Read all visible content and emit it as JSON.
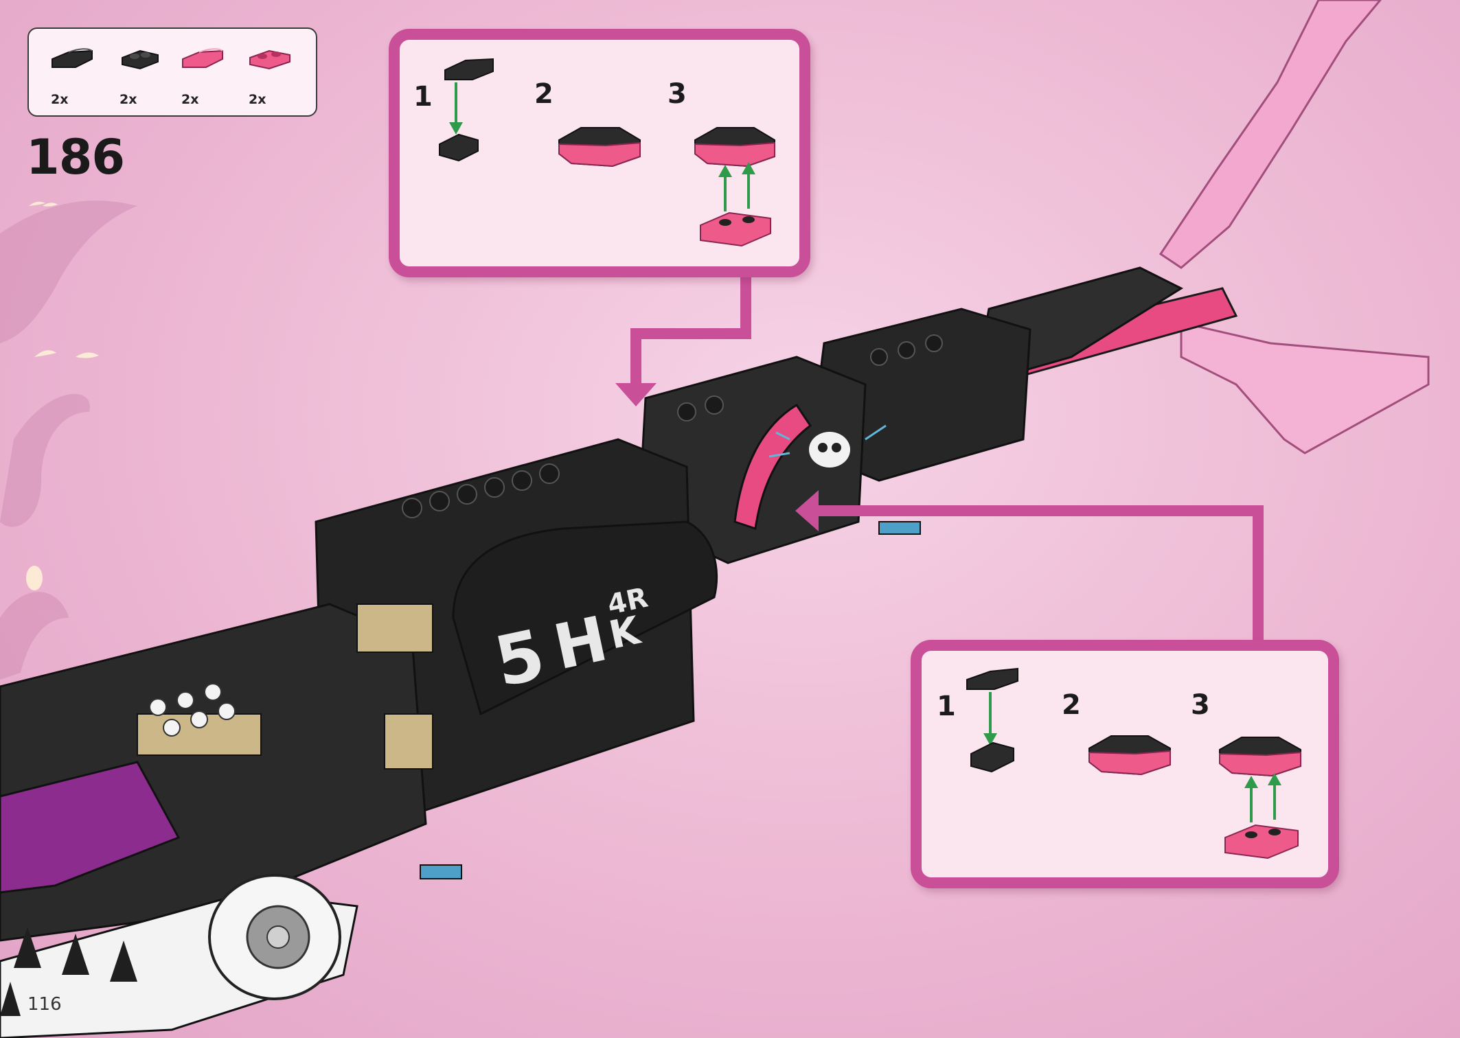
{
  "step": {
    "number": "186"
  },
  "parts_list": [
    {
      "qty": "2x",
      "icon": "black-curved-slope-icon",
      "color": "#2b2b2b"
    },
    {
      "qty": "2x",
      "icon": "black-jumper-plate-icon",
      "color": "#2b2b2b"
    },
    {
      "qty": "2x",
      "icon": "pink-curved-slope-icon",
      "color": "#ee5a8a"
    },
    {
      "qty": "2x",
      "icon": "pink-plate-1x2-icon",
      "color": "#ee5a8a"
    }
  ],
  "callout_top": {
    "steps": [
      "1",
      "2",
      "3"
    ]
  },
  "callout_bottom": {
    "steps": [
      "1",
      "2",
      "3"
    ]
  },
  "model": {
    "decal_text": [
      "5",
      "H",
      "4R",
      "K"
    ]
  },
  "page": {
    "number": "116"
  },
  "colors": {
    "callout_border": "#c94f99",
    "arrow": "#c94f99",
    "build_arrow": "#2e9a4a",
    "brick_black": "#2b2b2b",
    "brick_pink": "#ee5a8a"
  }
}
